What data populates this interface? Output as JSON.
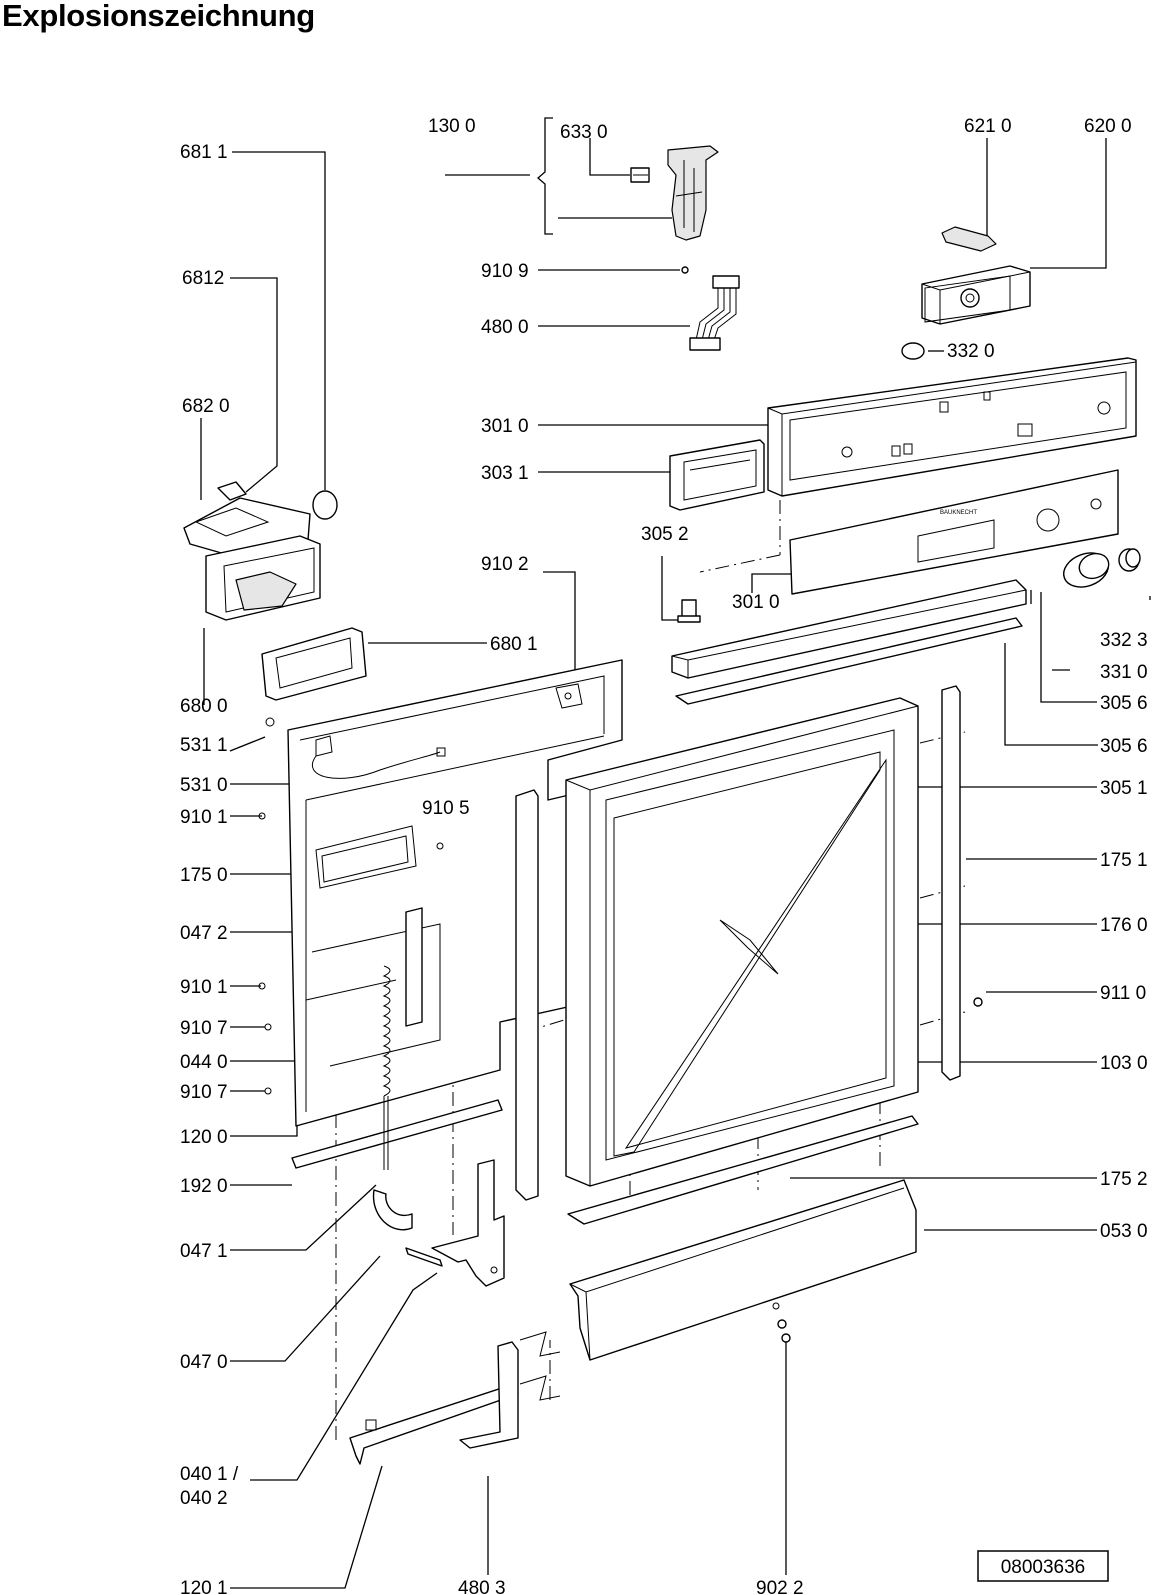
{
  "title": "Explosionszeichnung",
  "doc_number": "08003636",
  "labels": {
    "l6811": "681 1",
    "l1300": "130 0",
    "l6330": "633 0",
    "l6210": "621 0",
    "l6200": "620 0",
    "l6812": "6812",
    "l9109": "910 9",
    "l4800": "480 0",
    "l3320": "332 0",
    "l6820": "682 0",
    "l3010a": "301 0",
    "l3031": "303 1",
    "l3052": "305 2",
    "l9102": "910 2",
    "l3010b": "301 0",
    "l3323": "332 3",
    "l3310": "331 0",
    "l6801": "680 1",
    "l3056a": "305 6",
    "l6800": "680 0",
    "l3056b": "305 6",
    "l5311": "531 1",
    "l5310": "531 0",
    "l3051": "305 1",
    "l9101a": "910 1",
    "l9105": "910 5",
    "l1751": "175 1",
    "l1750": "175 0",
    "l1760": "176 0",
    "l0472": "047 2",
    "l9101b": "910 1",
    "l9110": "911 0",
    "l9107a": "910 7",
    "l0440": "044 0",
    "l1030": "103 0",
    "l9107b": "910 7",
    "l1200": "120 0",
    "l1920": "192 0",
    "l1752": "175 2",
    "l0471": "047 1",
    "l0530": "053 0",
    "l0470": "047 0",
    "l0401": "040 1 /",
    "l0402": "040 2",
    "l1201": "120 1",
    "l4803": "480 3",
    "l9022": "902 2"
  }
}
